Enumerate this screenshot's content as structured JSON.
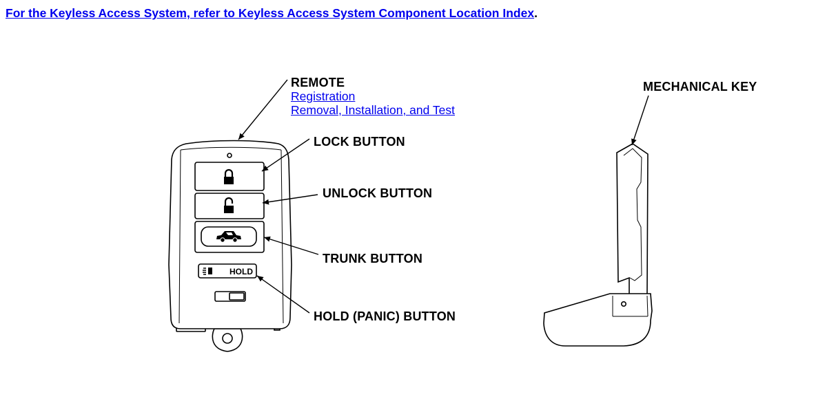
{
  "header": {
    "link_text": "For the Keyless Access System, refer to Keyless Access System Component Location Index",
    "suffix": "."
  },
  "remote": {
    "label": "REMOTE",
    "links": [
      "Registration",
      "Removal, Installation, and Test"
    ],
    "hold_button_text": "HOLD"
  },
  "callouts": {
    "lock": "LOCK BUTTON",
    "unlock": "UNLOCK BUTTON",
    "trunk": "TRUNK BUTTON",
    "hold": "HOLD (PANIC) BUTTON",
    "mechanical_key": "MECHANICAL KEY"
  },
  "colors": {
    "link": "#0000ee",
    "line": "#000000",
    "fill": "#ffffff"
  }
}
